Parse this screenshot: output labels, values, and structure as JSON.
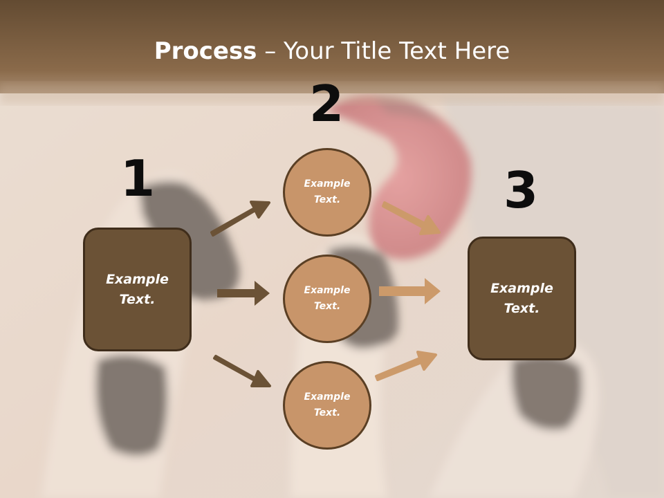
{
  "title": {
    "bold": "Process",
    "rest": " – Your Title Text Here"
  },
  "step_numbers": [
    "1",
    "2",
    "3"
  ],
  "boxes": [
    {
      "text": "Example Text."
    },
    {
      "text": "Example Text."
    }
  ],
  "circles": [
    {
      "text": "Example Text."
    },
    {
      "text": "Example Text."
    },
    {
      "text": "Example Text."
    }
  ],
  "colors": {
    "title_bar": "#6b5136",
    "box_fill": "#6b5236",
    "circle_fill": "#c8956a",
    "arrow_dark": "#6b5236",
    "arrow_light": "#cc9a6a"
  }
}
